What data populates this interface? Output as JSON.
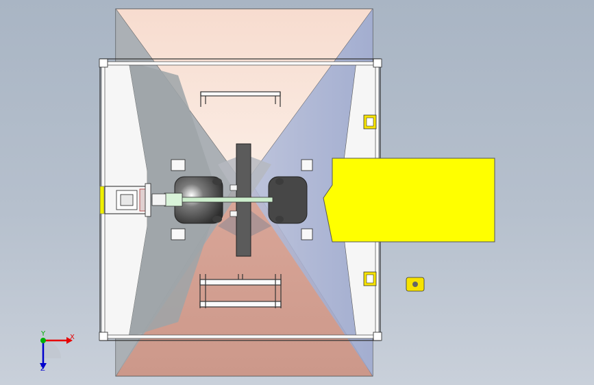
{
  "viewport": {
    "background": "#b4bfcc",
    "colors": {
      "frame_white": "#f4f4f4",
      "upper_funnel": "#f8e1d6",
      "lower_funnel": "#d39e90",
      "side_shade_left": "#9ea4a9",
      "side_shade_right": "#aeb6d6",
      "yellow_block": "#ffff00",
      "dark_part": "#4a4a4a",
      "shaft": "#c8f0c8"
    }
  },
  "triad": {
    "x_label": "X",
    "y_label": "Y",
    "z_label": "Z",
    "x_color": "#e60000",
    "y_color": "#00b000",
    "z_color": "#0000cc"
  }
}
